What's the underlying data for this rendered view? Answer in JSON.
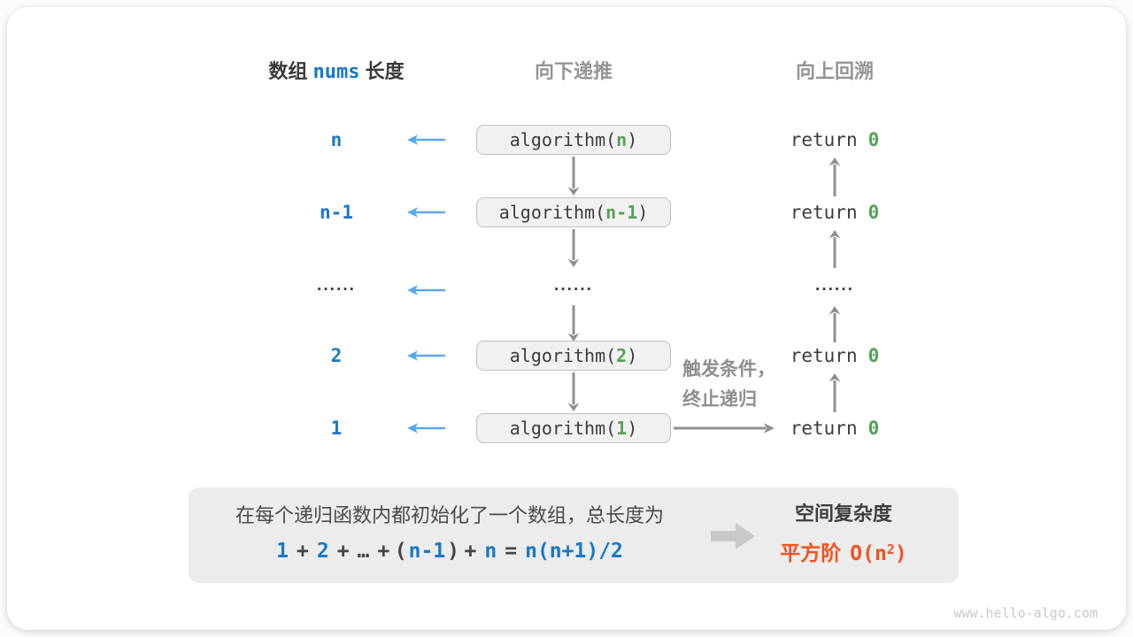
{
  "header": {
    "left_prefix": "数组",
    "left_code": "nums",
    "left_suffix": "长度",
    "middle": "向下递推",
    "right": "向上回溯"
  },
  "rows": [
    {
      "length": "n",
      "call_open": "algorithm(",
      "call_arg": "n",
      "call_close": ")",
      "return_kw": "return",
      "return_val": "0"
    },
    {
      "length": "n-1",
      "call_open": "algorithm(",
      "call_arg": "n-1",
      "call_close": ")",
      "return_kw": "return",
      "return_val": "0"
    },
    {
      "ellipsis": "······"
    },
    {
      "length": "2",
      "call_open": "algorithm(",
      "call_arg": "2",
      "call_close": ")",
      "return_kw": "return",
      "return_val": "0"
    },
    {
      "length": "1",
      "call_open": "algorithm(",
      "call_arg": "1",
      "call_close": ")",
      "return_kw": "return",
      "return_val": "0"
    }
  ],
  "annotation": {
    "line1": "触发条件，",
    "line2": "终止递归"
  },
  "summary": {
    "description": "在每个递归函数内都初始化了一个数组，总长度为",
    "equation": {
      "n1": "1",
      "op1": "+",
      "n2": "2",
      "op2": "+",
      "dots": "…",
      "op3": "+",
      "lparen": "(",
      "n3": "n-1",
      "rparen": ")",
      "op4": "+",
      "n4": "n",
      "eq": "=",
      "result": "n(n+1)/2"
    },
    "conclusion_title": "空间复杂度",
    "conclusion_label": "平方阶",
    "bigO_open": "O(n",
    "bigO_sup": "2",
    "bigO_close": ")"
  },
  "watermark": "www.hello-algo.com",
  "colors": {
    "label_blue": "#1878c8",
    "arrow_blue": "#5aa9e8",
    "code_green": "#55a155",
    "accent_orange": "#f4511e",
    "arrow_gray": "#8f8f8f",
    "box_bg": "#f1f1f1",
    "summary_bg": "#ececec"
  }
}
